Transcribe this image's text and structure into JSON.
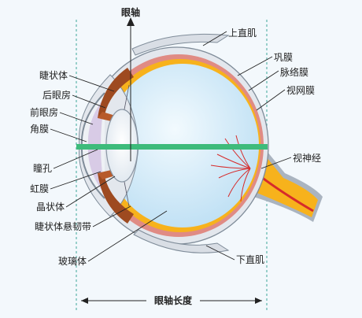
{
  "title": "眼轴",
  "axis_length_label": "眼轴长度",
  "labels": {
    "superior_rectus": "上直肌",
    "sclera": "巩膜",
    "choroid": "脉络膜",
    "retina": "视网膜",
    "optic_nerve": "视神经",
    "inferior_rectus": "下直肌",
    "ciliary_body": "睫状体",
    "posterior_chamber": "后眼房",
    "anterior_chamber": "前眼房",
    "cornea": "角膜",
    "pupil": "瞳孔",
    "iris": "虹膜",
    "lens": "晶状体",
    "zonule": "睫状体悬韧带",
    "vitreous": "玻璃体"
  },
  "colors": {
    "sclera": "#e3e7ed",
    "choroid": "#e08b84",
    "retina": "#f7b21c",
    "vitreous": "#cce6f7",
    "axis": "#3dbb7b",
    "vessel": "#d62b2b",
    "iris": "#9e4a20",
    "anterior": "#d8cbe6",
    "guide": "#2a9d8f"
  }
}
